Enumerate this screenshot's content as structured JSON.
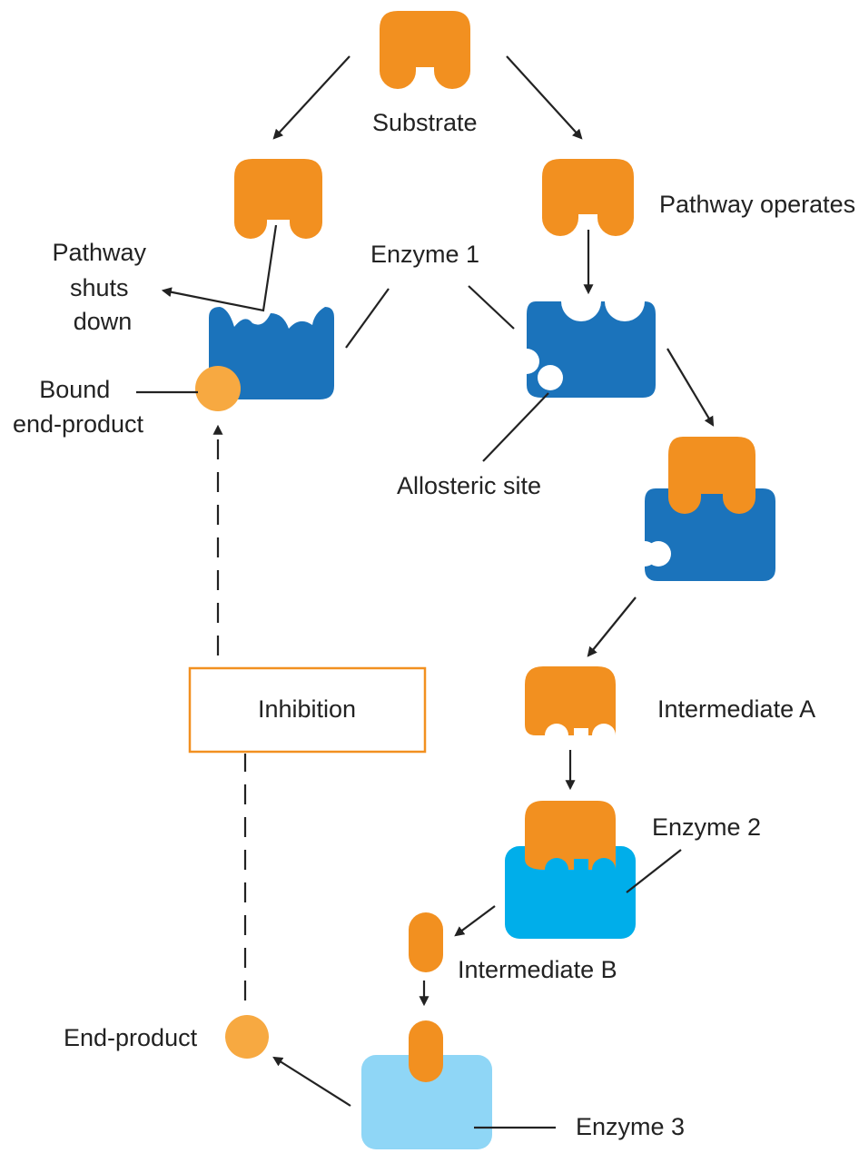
{
  "labels": {
    "substrate": "Substrate",
    "pathway_operates": "Pathway operates",
    "enzyme_1": "Enzyme 1",
    "pathway_shuts_down": [
      "Pathway",
      "shuts",
      "down"
    ],
    "bound_end_product": [
      "Bound",
      "end-product"
    ],
    "allosteric_site": "Allosteric site",
    "inhibition": "Inhibition",
    "intermediate_a": "Intermediate A",
    "enzyme_2": "Enzyme 2",
    "intermediate_b": "Intermediate B",
    "end_product": "End-product",
    "enzyme_3": "Enzyme 3"
  },
  "colors": {
    "substrate_orange": "#f29020",
    "enzyme_1_blue": "#1b73bb",
    "enzyme_2_blue": "#00aeea",
    "enzyme_3_blue": "#8fd6f6",
    "end_product_orange": "#f7a941",
    "inhibition_border": "#f29020",
    "line": "#222222"
  }
}
